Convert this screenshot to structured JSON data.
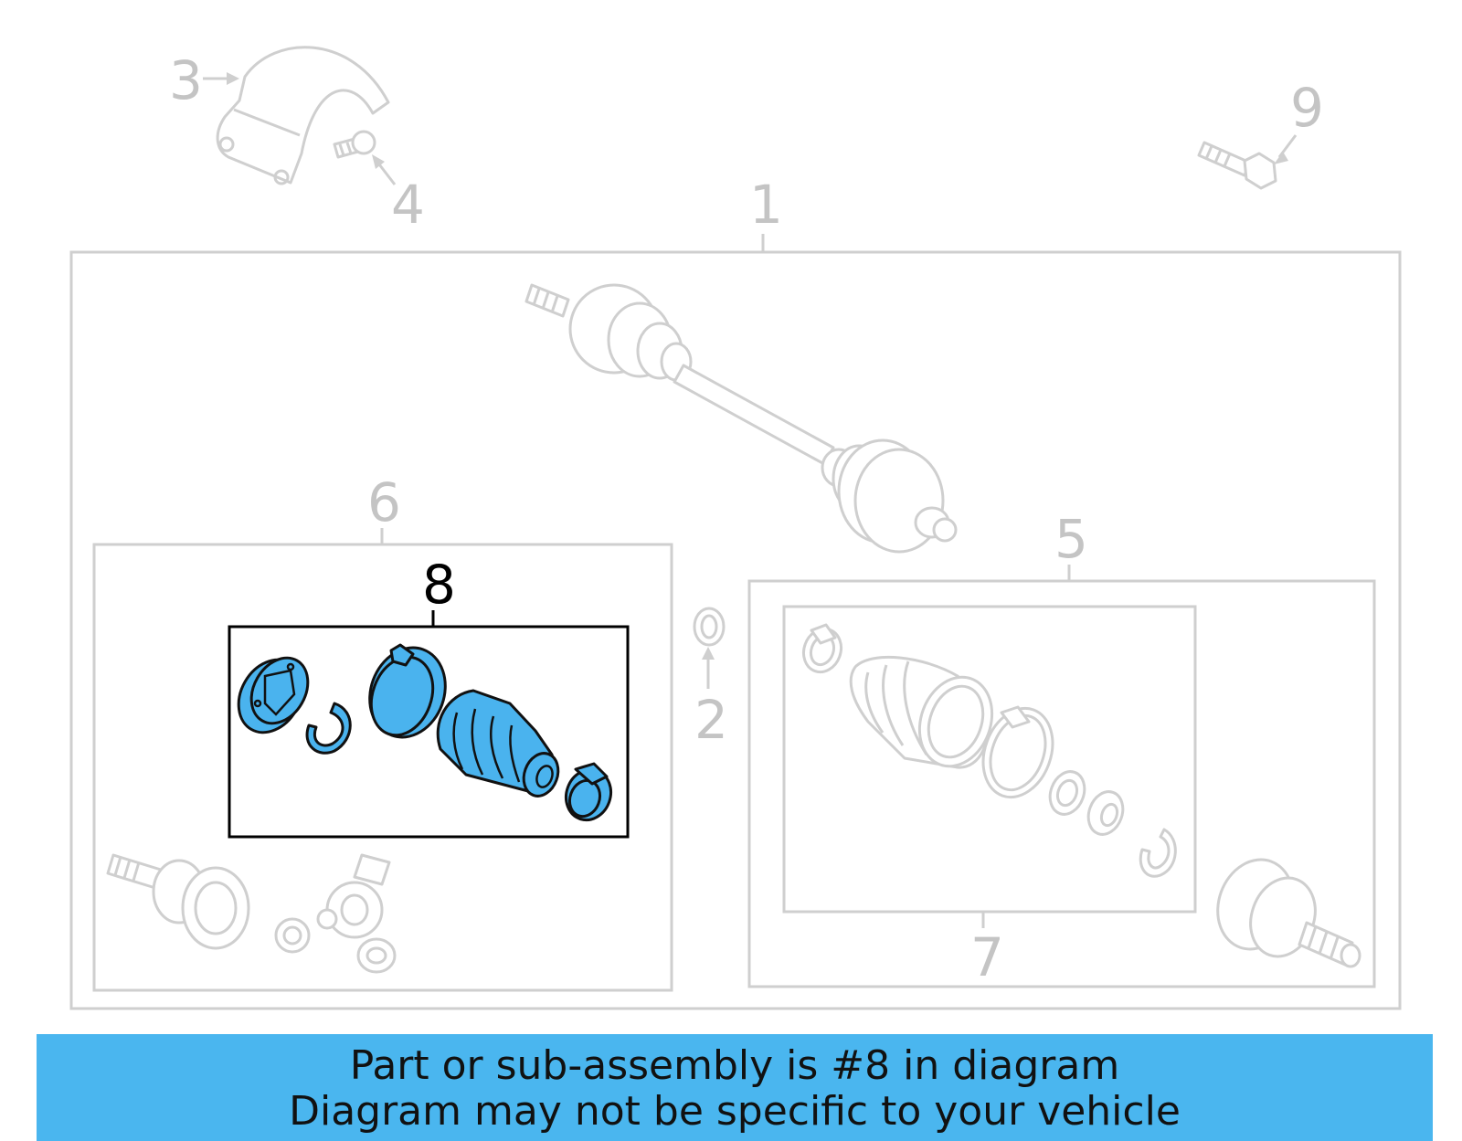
{
  "callouts": {
    "c1": "1",
    "c2": "2",
    "c3": "3",
    "c4": "4",
    "c5": "5",
    "c6": "6",
    "c7": "7",
    "c8": "8",
    "c9": "9"
  },
  "banner": {
    "line1": "Part or sub-assembly is #8 in diagram",
    "line2": "Diagram may not be specific to your vehicle"
  },
  "colors": {
    "highlight": "#4ab3ee",
    "banner": "#4ab6ef",
    "inactive": "#c4c4c4"
  }
}
